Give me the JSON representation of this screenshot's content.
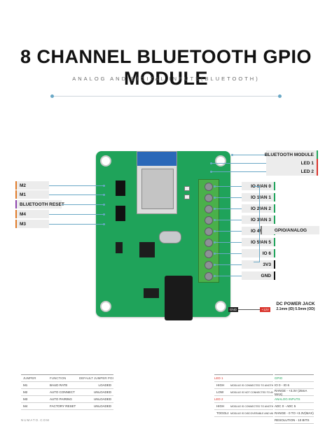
{
  "title": "8 CHANNEL BLUETOOTH GPIO MODULE",
  "subtitle": "ANALOG AND DIGITAL INPUTS(BLUETOOTH)",
  "right_labels": [
    {
      "text": "BLUETOOTH MODULE",
      "color": "#1fa35a"
    },
    {
      "text": "LED 1",
      "color": "#d9332b"
    },
    {
      "text": "LED 2",
      "color": "#d9332b"
    }
  ],
  "io_labels": [
    "IO 0/AN 0",
    "IO 1/AN 1",
    "IO 2/AN 2",
    "IO 3/AN 3",
    "IO 4/AN 4",
    "IO 5/AN 5",
    "IO 6",
    "3V3",
    "GND"
  ],
  "io_colors": [
    "#1fa35a",
    "#1fa35a",
    "#1fa35a",
    "#1fa35a",
    "#1fa35a",
    "#1fa35a",
    "#1fa35a",
    "#111111",
    "#111111"
  ],
  "gpio_analog_label": "GPIO/ANALOG",
  "left_labels": [
    {
      "text": "M2",
      "color": "#e07b2a"
    },
    {
      "text": "M1",
      "color": "#e07b2a"
    },
    {
      "text": "BLUETOOTH RESET",
      "color": "#8e44ad"
    },
    {
      "text": "M4",
      "color": "#e07b2a"
    },
    {
      "text": "M3",
      "color": "#e07b2a"
    }
  ],
  "dc_jack": {
    "title": "DC POWER JACK",
    "sub": "2.1mm (ID) 5.5mm (OD)",
    "gnd": "GND",
    "plus": "+12V"
  },
  "jumper_table": {
    "headers": [
      "JUMPER",
      "FUNCTION",
      "DEFAULT JUMPER POSITION"
    ],
    "rows": [
      [
        "M1",
        "BAUD RATE",
        "LOADED"
      ],
      [
        "M2",
        "AUTO CONNECT",
        "UNLOADED"
      ],
      [
        "M3",
        "AUTO PAIRING",
        "UNLOADED"
      ],
      [
        "M4",
        "FACTORY RESET",
        "UNLOADED"
      ]
    ]
  },
  "led_table": {
    "led1_title": "LED 1",
    "led1_rows": [
      [
        "HIGH",
        "MODULE IS CONNECTED TO ANOTHER DEVICE OVER BLUETOOTH"
      ],
      [
        "LOW",
        "MODULE IS NOT CONNECTED TO ANOTHER DEVICE"
      ]
    ],
    "led2_title": "LED 2",
    "led2_rows": [
      [
        "HIGH",
        "MODULE IS CONNECTED TO ANOTHER DEVICE OVER BLUETOOTH"
      ],
      [
        "TOGGLE",
        "MODULE IS DISCOVERABLE AND WAITING FOR A CONNECTION"
      ]
    ]
  },
  "io_info": {
    "gpio_title": "GPIO",
    "gpio_lines": [
      "IO 0 - IO 6",
      "RANGE - +3.3V (25mA MAX)"
    ],
    "analog_title": "ANALOG INPUTS",
    "analog_lines": [
      "ADC 0 - ADC 5",
      "RANGE - 0 TO +3.3V(MAX)",
      "RESOLUTION - 10 BITS"
    ]
  },
  "footer": "NUMATO.COM"
}
